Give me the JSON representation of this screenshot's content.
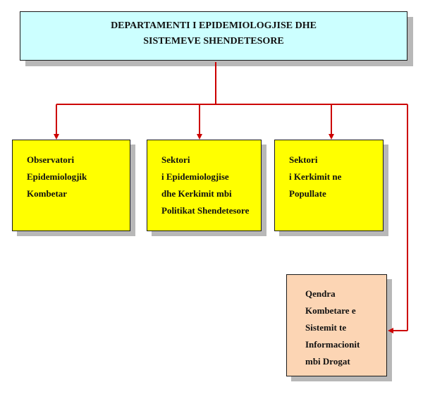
{
  "department": {
    "line1": "DEPARTAMENTI I EPIDEMIOLOGJISE DHE",
    "line2": "SISTEMEVE SHENDETESORE"
  },
  "units": [
    {
      "label": "Observatori\nEpidemiologjik\nKombetar"
    },
    {
      "label": "Sektori\ni Epidemiologjise\ndhe Kerkimit mbi\nPolitikat Shendetesore"
    },
    {
      "label": "Sektori\ni Kerkimit ne\nPopullate"
    },
    {
      "label": "Qendra\nKombetare e\nSistemit te\nInformacionit\nmbi Drogat"
    }
  ],
  "colors": {
    "top_fill": "#ccffff",
    "unit_fill": "#ffff00",
    "center_fill": "#fcd5b4",
    "connector": "#cc0000",
    "shadow": "#b8b8b8"
  }
}
